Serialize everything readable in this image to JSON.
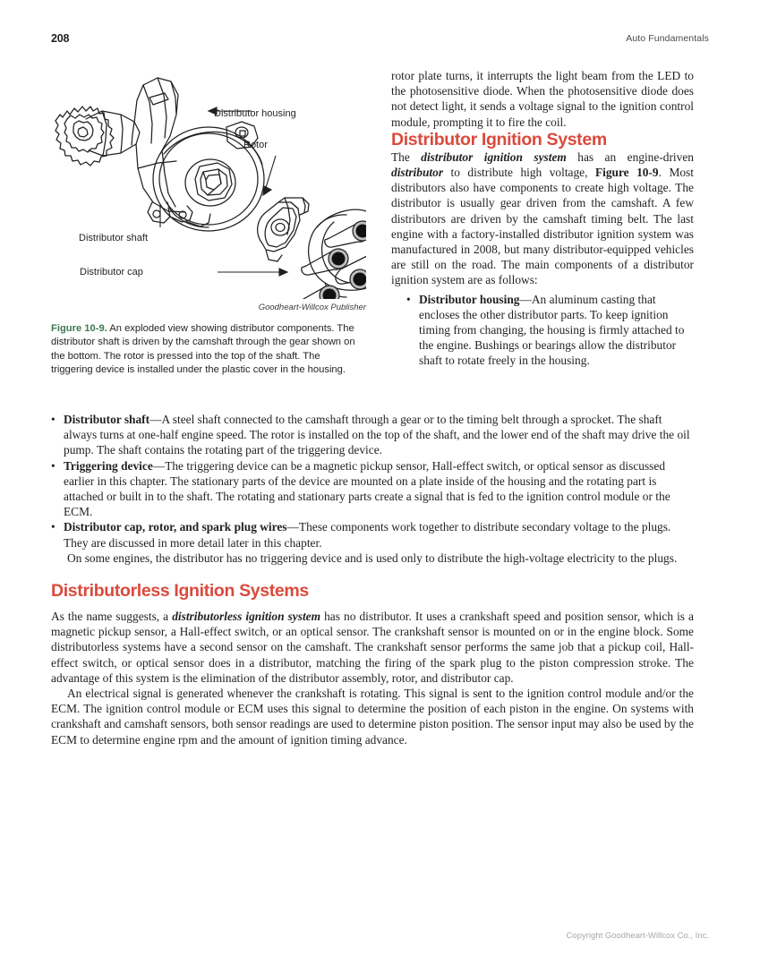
{
  "running_head": {
    "folio": "208",
    "title": "Auto Fundamentals"
  },
  "figure": {
    "credit": "Goodheart-Willcox Publisher",
    "caption_number": "Figure 10-9.",
    "caption_text": " An exploded view showing distributor components. The distributor shaft is driven by the camshaft through the gear shown on the bottom. The rotor is pressed into the top of the shaft. The triggering device is installed under the plastic cover in the housing.",
    "labels": {
      "housing": "Distributor housing",
      "rotor": "Rotor",
      "shaft": "Distributor shaft",
      "cap": "Distributor cap"
    }
  },
  "right_column": {
    "continued_paragraph": "rotor plate turns, it interrupts the light beam from the LED to the photosensitive diode. When the photosensitive diode does not detect light, it sends a voltage signal to the ignition control module, prompting it to fire the coil."
  },
  "section_distributor": {
    "heading": "Distributor Ignition System",
    "intro_lead": "The ",
    "intro_term1": "distributor ignition system",
    "intro_mid1": " has an engine-driven ",
    "intro_term2": "distributor",
    "intro_mid2": " to distribute high voltage, ",
    "intro_figref": "Figure 10-9",
    "intro_tail": ". Most distributors also have components to create high voltage. The distributor is usually gear driven from the camshaft. A few distributors are driven by the camshaft timing belt. The last engine with a factory-installed distributor ignition system was manufactured in 2008, but many distributor-equipped vehicles are still on the road. The main components of a distributor ignition system are as follows:",
    "bullets": [
      {
        "term": "Distributor housing",
        "text": "—An aluminum casting that encloses the other distributor parts. To keep ignition timing from changing, the housing is firmly attached to the engine. Bushings or bearings allow the distributor shaft to rotate freely in the housing."
      },
      {
        "term": "Distributor shaft",
        "text": "—A steel shaft connected to the camshaft through a gear or to the timing belt through a sprocket. The shaft always turns at one-half engine speed. The rotor is installed on the top of the shaft, and the lower end of the shaft may drive the oil pump. The shaft contains the rotating part of the triggering device."
      },
      {
        "term": "Triggering device",
        "text": "—The triggering device can be a magnetic pickup sensor, Hall-effect switch, or optical sensor as discussed earlier in this chapter. The stationary parts of the device are mounted on a plate inside of the housing and the rotating part is attached or built in to the shaft. The rotating and stationary parts create a signal that is fed to the ignition control module or the ECM."
      },
      {
        "term": "Distributor cap, rotor, and spark plug wires",
        "text": "—These components work together to distribute secondary voltage to the plugs. They are discussed in more detail later in this chapter."
      }
    ],
    "closing_paragraph": "On some engines, the distributor has no triggering device and is used only to distribute the high-voltage electricity to the plugs."
  },
  "section_distributorless": {
    "heading": "Distributorless Ignition Systems",
    "para1_lead": "As the name suggests, a ",
    "para1_term": "distributorless ignition system",
    "para1_tail": " has no distributor. It uses a crankshaft speed and position sensor, which is a magnetic pickup sensor, a Hall-effect switch, or an optical sensor. The crankshaft sensor is mounted on or in the engine block. Some distributorless systems have a second sensor on the camshaft. The crankshaft sensor performs the same job that a pickup coil, Hall-effect switch, or optical sensor does in a distributor, matching the firing of the spark plug to the piston compression stroke. The advantage of this system is the elimination of the distributor assembly, rotor, and distributor cap.",
    "para2": "An electrical signal is generated whenever the crankshaft is rotating. This signal is sent to the ignition control module and/or the ECM. The ignition control module or ECM uses this signal to determine the position of each piston in the engine. On systems with crankshaft and camshaft sensors, both sensor readings are used to determine piston position. The sensor input may also be used by the ECM to determine engine rpm and the amount of ignition timing advance."
  },
  "footer": {
    "copyright": "Copyright Goodheart-Willcox Co., Inc."
  },
  "colors": {
    "heading_red": "#da4a3c",
    "figure_green": "#3d7a4f",
    "body_text": "#231f20",
    "footer_gray": "#a8a8a8"
  }
}
